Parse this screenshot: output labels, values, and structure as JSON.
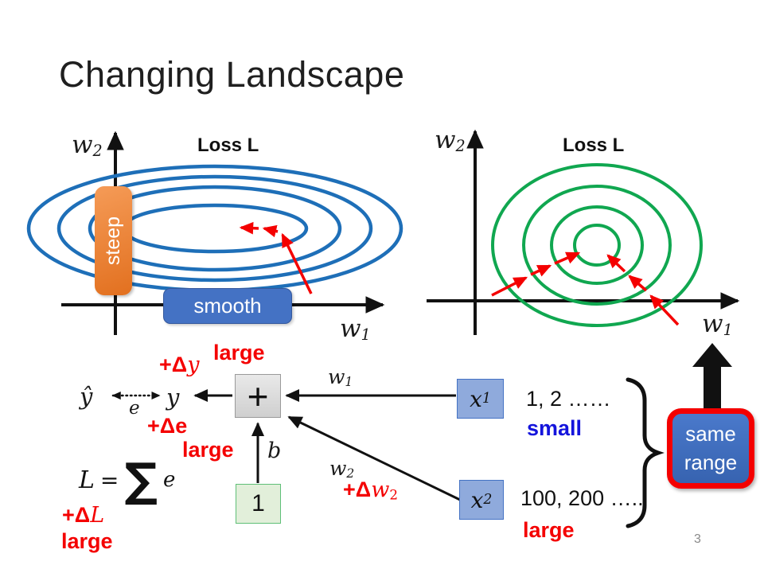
{
  "slide": {
    "title": "Changing Landscape",
    "page_number": "3"
  },
  "left_plot": {
    "loss_label": "Loss L",
    "y_axis_label": {
      "base": "w",
      "sub": "2"
    },
    "x_axis_label": {
      "base": "w",
      "sub": "1"
    },
    "steep_label": "steep",
    "smooth_label": "smooth"
  },
  "right_plot": {
    "loss_label": "Loss L",
    "y_axis_label": {
      "base": "w",
      "sub": "2"
    },
    "x_axis_label": {
      "base": "w",
      "sub": "1"
    }
  },
  "network": {
    "target": "ŷ",
    "error": "e",
    "output": "y",
    "sum_symbol": "+",
    "bias_label": "b",
    "bias_value": "1",
    "w1_label": {
      "base": "w",
      "sub": "1"
    },
    "w2_label": {
      "base": "w",
      "sub": "2"
    },
    "x1_label": {
      "base": "x",
      "sub": "1"
    },
    "x2_label": {
      "base": "x",
      "sub": "2"
    },
    "loss_equation": {
      "lhs": "L",
      "eq": "=",
      "sigma": "∑",
      "term": "e"
    }
  },
  "annotations": {
    "delta_y": {
      "prefix": "+Δ",
      "var": "y"
    },
    "delta_y_size": "large",
    "delta_e": {
      "prefix": "+Δ",
      "var": "e"
    },
    "delta_e_size": "large",
    "delta_L": {
      "prefix": "+Δ",
      "var": "L"
    },
    "delta_L_size": "large",
    "delta_w2": {
      "prefix": "+Δ",
      "var": "w",
      "sub": "2"
    },
    "x1_values": "1, 2 ……",
    "x1_size": "small",
    "x2_values": "100, 200 …..",
    "x2_size": "large",
    "same_range_line1": "same",
    "same_range_line2": "range"
  },
  "colors": {
    "red": "#F40000",
    "small-blue": "#1414DC",
    "contour-left": "#1E6FB8",
    "contour-right": "#10A750",
    "smooth-box": "#4472C4",
    "input-box": "#8FAADC",
    "bias-box": "#E2EFDA",
    "range-a": "#4A79CB",
    "steep-b": "#E2701F"
  }
}
